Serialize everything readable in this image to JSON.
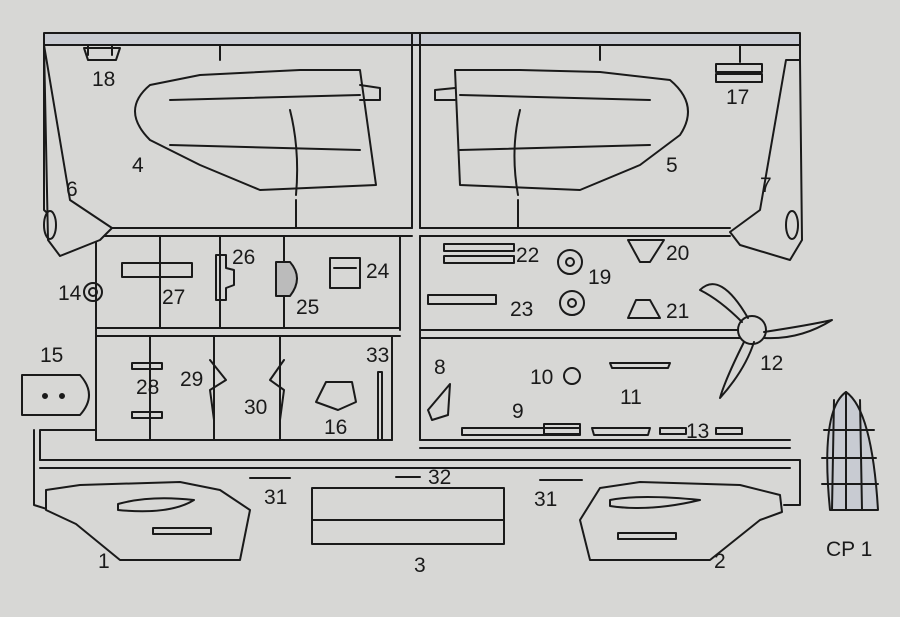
{
  "colors": {
    "background": "#d7d7d5",
    "ink": "#1a1a1a",
    "part_fill": "#c8cbd2"
  },
  "parts": {
    "p1": "1",
    "p2": "2",
    "p3": "3",
    "p4": "4",
    "p5": "5",
    "p6": "6",
    "p7": "7",
    "p8": "8",
    "p9": "9",
    "p10": "10",
    "p11": "11",
    "p12": "12",
    "p13": "13",
    "p14": "14",
    "p15": "15",
    "p16": "16",
    "p17": "17",
    "p18": "18",
    "p19": "19",
    "p20": "20",
    "p21": "21",
    "p22": "22",
    "p23": "23",
    "p24": "24",
    "p25": "25",
    "p26": "26",
    "p27": "27",
    "p28": "28",
    "p29": "29",
    "p30": "30",
    "p31a": "31",
    "p31b": "31",
    "p32": "32",
    "p33": "33",
    "cp1": "CP 1"
  }
}
